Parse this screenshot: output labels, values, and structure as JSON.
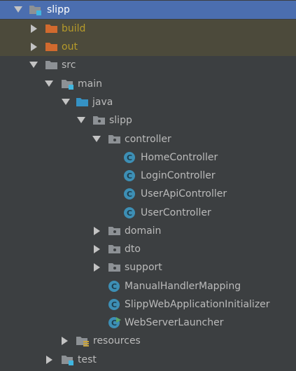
{
  "colors": {
    "background": "#3c3f41",
    "selected_row": "#4b6eaf",
    "excluded_row": "#4c4a3b",
    "excluded_text": "#b79b2a",
    "folder_gray": "#8d9195",
    "folder_orange": "#d16a2e",
    "source_blue": "#3592c4",
    "module_marker": "#40b6e0",
    "class_icon": "#3d8fb5",
    "run_marker": "#59a869"
  },
  "tree": [
    {
      "label": "slipp",
      "icon": "module-folder-icon",
      "expanded": true,
      "selected": true
    },
    {
      "label": "build",
      "icon": "excluded-folder-icon",
      "expanded": false,
      "excluded": true
    },
    {
      "label": "out",
      "icon": "excluded-folder-icon",
      "expanded": false,
      "excluded": true
    },
    {
      "label": "src",
      "icon": "folder-icon",
      "expanded": true
    },
    {
      "label": "main",
      "icon": "module-folder-icon",
      "expanded": true
    },
    {
      "label": "java",
      "icon": "source-folder-icon",
      "expanded": true
    },
    {
      "label": "slipp",
      "icon": "package-icon",
      "expanded": true
    },
    {
      "label": "controller",
      "icon": "package-icon",
      "expanded": true
    },
    {
      "label": "HomeController",
      "icon": "class-icon"
    },
    {
      "label": "LoginController",
      "icon": "class-icon"
    },
    {
      "label": "UserApiController",
      "icon": "class-icon"
    },
    {
      "label": "UserController",
      "icon": "class-icon"
    },
    {
      "label": "domain",
      "icon": "package-icon",
      "expanded": false
    },
    {
      "label": "dto",
      "icon": "package-icon",
      "expanded": false
    },
    {
      "label": "support",
      "icon": "package-icon",
      "expanded": false
    },
    {
      "label": "ManualHandlerMapping",
      "icon": "class-icon"
    },
    {
      "label": "SlippWebApplicationInitializer",
      "icon": "class-icon"
    },
    {
      "label": "WebServerLauncher",
      "icon": "runnable-class-icon"
    },
    {
      "label": "resources",
      "icon": "resources-folder-icon",
      "expanded": false
    },
    {
      "label": "test",
      "icon": "module-folder-icon",
      "expanded": false
    }
  ]
}
